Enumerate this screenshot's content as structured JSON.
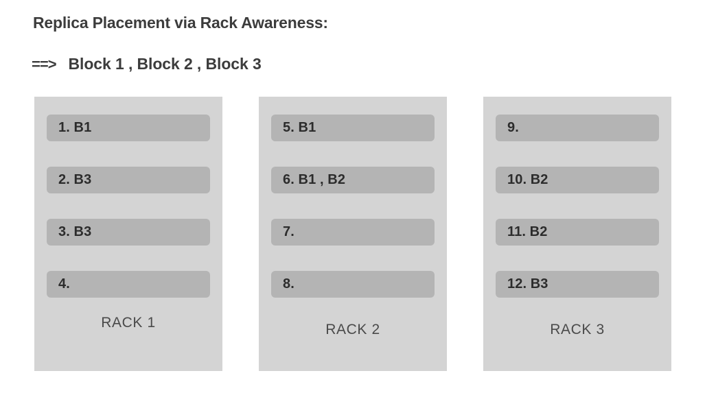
{
  "heading": {
    "title": "Replica Placement via Rack Awareness:",
    "arrow": "==>",
    "blocks_line": "Block 1 , Block 2 , Block 3"
  },
  "colors": {
    "page_background": "#ffffff",
    "rack_background": "#d4d4d4",
    "slot_background": "#b4b4b4",
    "heading_text": "#3c3c3c",
    "slot_text": "#2c2c2c",
    "rack_label_text": "#4a4a4a"
  },
  "racks": [
    {
      "label": "RACK 1",
      "slots": [
        {
          "text": "1. B1"
        },
        {
          "text": "2. B3"
        },
        {
          "text": "3. B3"
        },
        {
          "text": "4."
        }
      ]
    },
    {
      "label": "RACK 2",
      "slots": [
        {
          "text": "5. B1"
        },
        {
          "text": "6. B1 , B2"
        },
        {
          "text": "7."
        },
        {
          "text": "8."
        }
      ]
    },
    {
      "label": "RACK 3",
      "slots": [
        {
          "text": "9."
        },
        {
          "text": "10. B2"
        },
        {
          "text": "11. B2"
        },
        {
          "text": "12. B3"
        }
      ]
    }
  ]
}
